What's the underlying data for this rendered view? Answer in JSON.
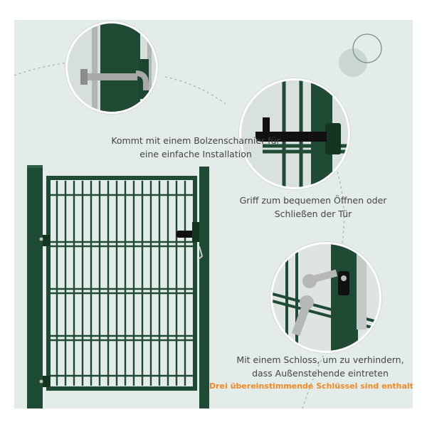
{
  "captions": {
    "hinge": [
      "Kommt mit einem Bolzenscharnier für",
      "eine einfache Installation"
    ],
    "handle": [
      "Griff zum bequemen Öffnen oder",
      "Schließen der Tür"
    ],
    "lock": [
      "Mit einem Schloss, um zu verhindern,",
      "dass Außenstehende eintreten"
    ],
    "keys_note": "Drei übereinstimmende Schlüssel sind enthalten"
  },
  "colors": {
    "background": "#e3ece8",
    "gate_green": "#1f4a33",
    "accent_orange": "#f08a24",
    "caption_text": "#444444"
  },
  "icons": {
    "hinge_detail": "hinge-bolt-icon",
    "handle_detail": "door-handle-icon",
    "lock_detail": "lock-with-keys-icon"
  }
}
